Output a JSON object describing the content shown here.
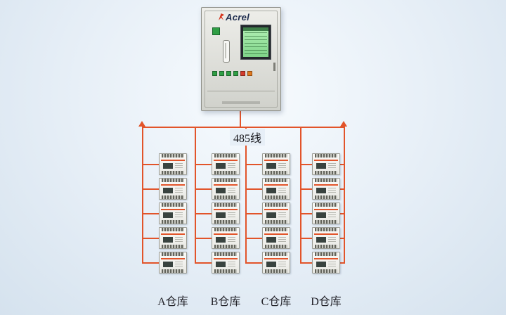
{
  "diagram": {
    "bus_label": "485线",
    "cabinet": {
      "brand": "Acrel",
      "buttons": [
        "green",
        "green",
        "green",
        "green",
        "red",
        "orange"
      ]
    },
    "columns": [
      {
        "label": "A仓库",
        "devices": 5
      },
      {
        "label": "B仓库",
        "devices": 5
      },
      {
        "label": "C仓库",
        "devices": 5
      },
      {
        "label": "D仓库",
        "devices": 5
      }
    ],
    "colors": {
      "line": "#e2542a",
      "screen": "#7fd489",
      "brand_text": "#1c2b4d",
      "brand_mark": "#d6361f",
      "button_green": "#2f9e44",
      "button_red": "#d33c2c",
      "button_orange": "#e0791f",
      "sticker_green": "#2f9e44"
    }
  }
}
